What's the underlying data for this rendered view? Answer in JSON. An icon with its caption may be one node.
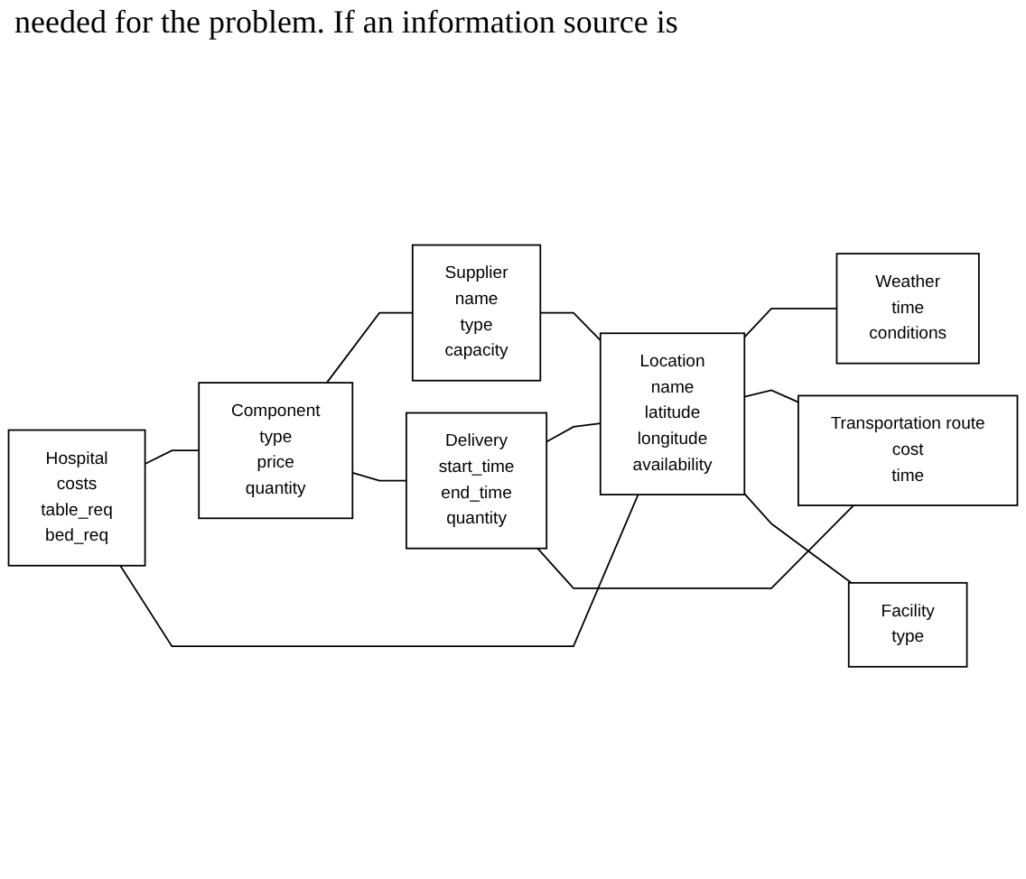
{
  "diagram": {
    "nodes": [
      {
        "text": [
          "Hospital",
          "costs",
          "table_req",
          "bed_req"
        ]
      },
      {
        "text": [
          "Component",
          "type",
          "price",
          "quantity"
        ]
      },
      {
        "text": [
          "Supplier",
          "name",
          "type",
          "capacity"
        ]
      },
      {
        "text": [
          "Delivery",
          "start_time",
          "end_time",
          "quantity"
        ]
      },
      {
        "text": [
          "Location",
          "name",
          "latitude",
          "longitude",
          "availability"
        ]
      },
      {
        "text": [
          "Weather",
          "time",
          "conditions"
        ]
      },
      {
        "text": [
          "Transportation route",
          "cost",
          "time"
        ]
      },
      {
        "text": [
          "Facility",
          "type"
        ]
      }
    ],
    "edges": [
      {
        "from": 0,
        "to": 1,
        "arrow": "none"
      },
      {
        "from": 0,
        "to": 4,
        "arrow": "none"
      },
      {
        "from": 1,
        "to": 2,
        "arrow": "none"
      },
      {
        "from": 1,
        "to": 3,
        "arrow": "none"
      },
      {
        "from": 2,
        "to": 4,
        "arrow": "none"
      },
      {
        "from": 3,
        "to": 4,
        "arrow": "none"
      },
      {
        "from": 3,
        "to": 6,
        "arrow": "none"
      },
      {
        "from": 4,
        "to": 5,
        "arrow": "none"
      },
      {
        "from": 4,
        "to": 6,
        "arrow": "none"
      },
      {
        "from": 4,
        "to": 7,
        "arrow": "none"
      }
    ],
    "labels": [
      "needed for the problem. If an information source is"
    ]
  }
}
